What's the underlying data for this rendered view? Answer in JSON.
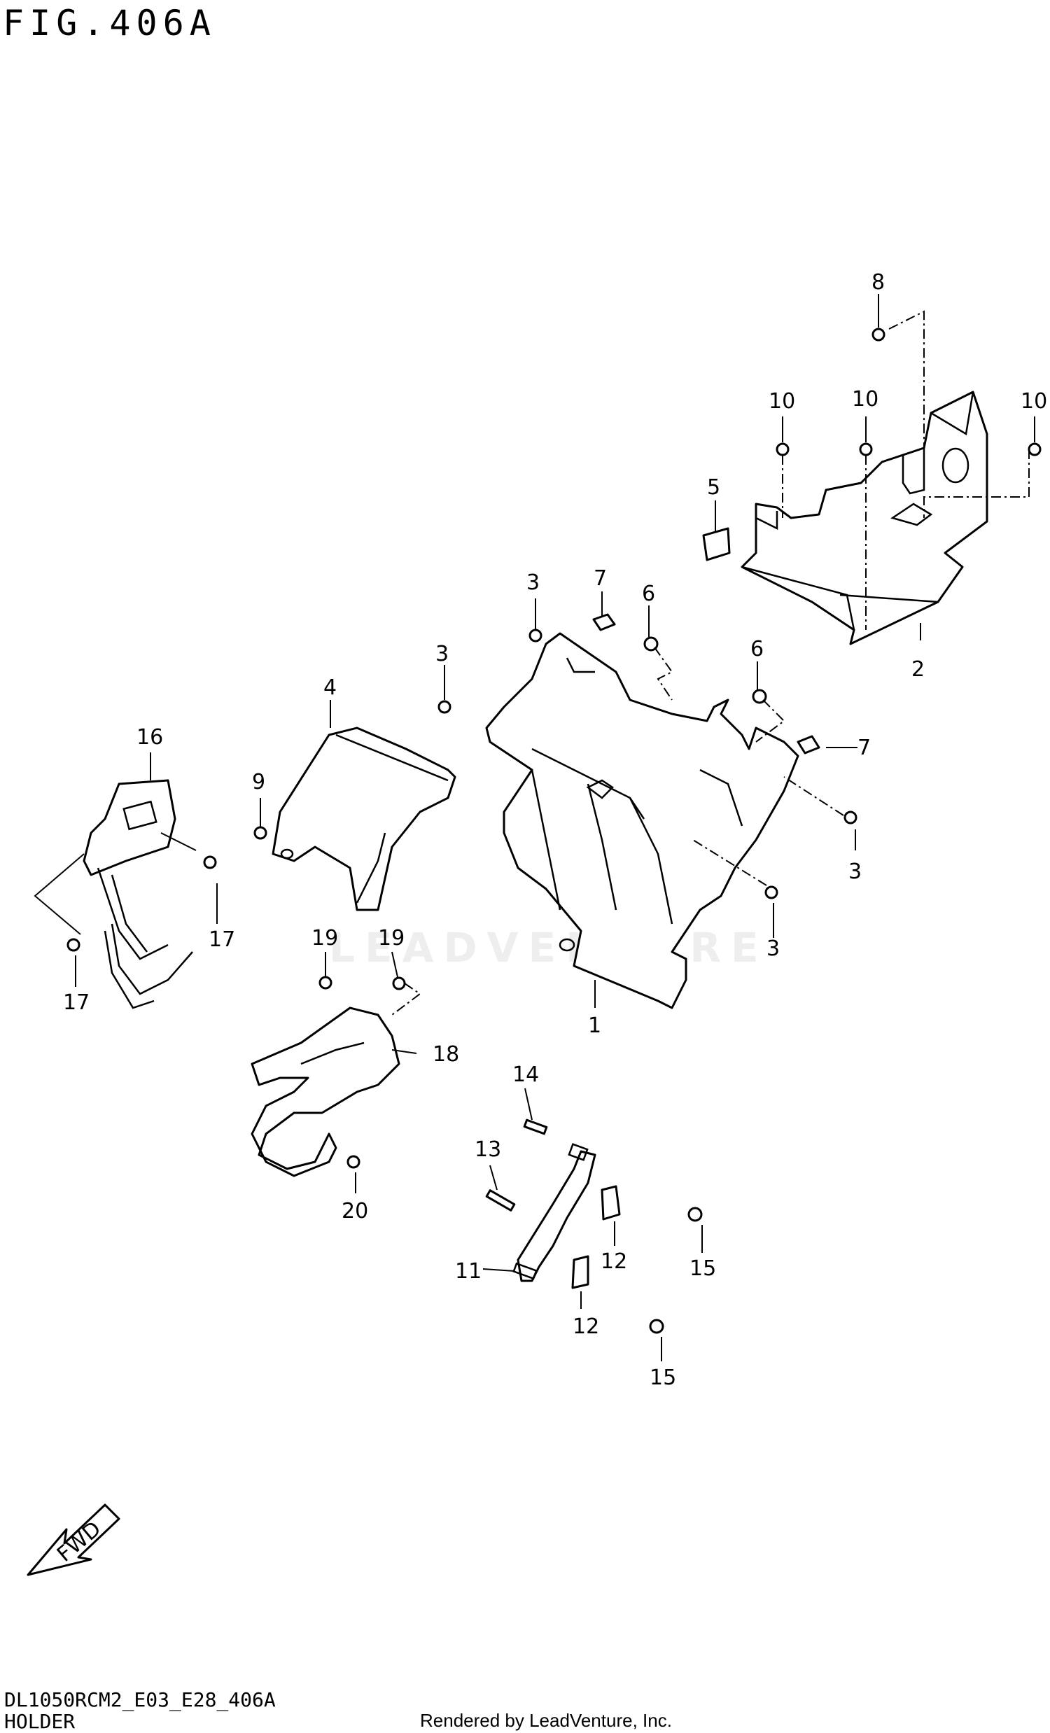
{
  "figure": {
    "title": "FIG.406A"
  },
  "watermark": "LEADVENTURE",
  "fwd_label": "FWD",
  "footer": {
    "code": "DL1050RCM2_E03_E28_406A",
    "name": "HOLDER",
    "rendered_by": "Rendered by LeadVenture, Inc."
  },
  "callouts": {
    "c1": "1",
    "c2": "2",
    "c3a": "3",
    "c3b": "3",
    "c3c": "3",
    "c3d": "3",
    "c4": "4",
    "c5": "5",
    "c6a": "6",
    "c6b": "6",
    "c7a": "7",
    "c7b": "7",
    "c8": "8",
    "c9": "9",
    "c10a": "10",
    "c10b": "10",
    "c10c": "10",
    "c11": "11",
    "c12a": "12",
    "c12b": "12",
    "c13": "13",
    "c14": "14",
    "c15a": "15",
    "c15b": "15",
    "c16": "16",
    "c17a": "17",
    "c17b": "17",
    "c18": "18",
    "c19a": "19",
    "c19b": "19",
    "c20": "20"
  }
}
